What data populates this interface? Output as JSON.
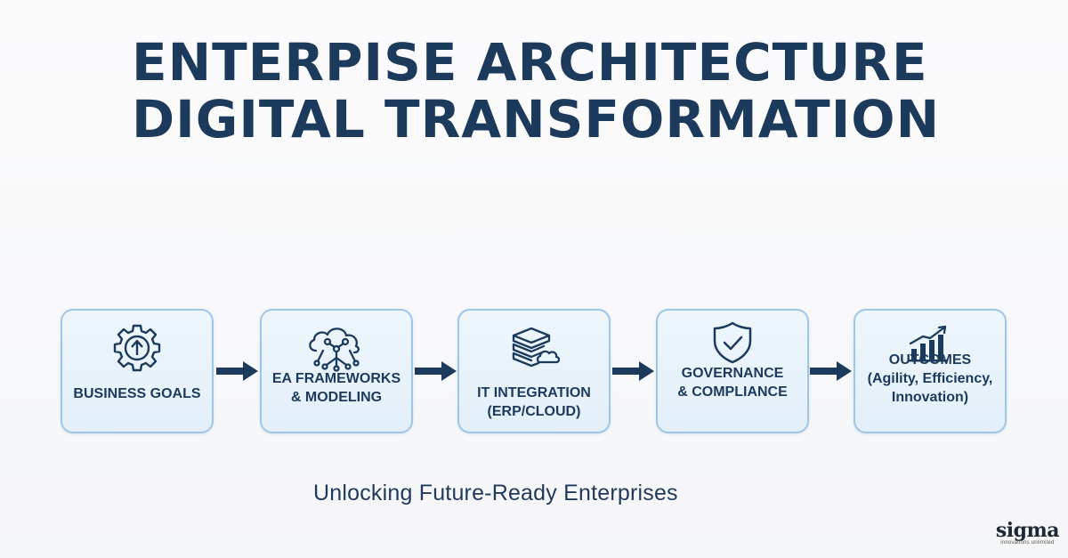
{
  "title": {
    "line1": "ENTERPISE ARCHITECTURE",
    "line2": "DIGITAL TRANSFORMATION"
  },
  "steps": [
    {
      "icon": "gear-arrow-icon",
      "label_lines": [
        "BUSINESS GOALS"
      ]
    },
    {
      "icon": "cloud-network-icon",
      "label_lines": [
        "EA FRAMEWORKS",
        "& MODELING"
      ]
    },
    {
      "icon": "server-cloud-icon",
      "label_lines": [
        "IT INTEGRATION",
        "(ERP/CLOUD)"
      ]
    },
    {
      "icon": "shield-check-icon",
      "label_lines": [
        "GOVERNANCE",
        "& COMPLIANCE"
      ]
    },
    {
      "icon": "growth-chart-icon",
      "label_lines": [
        "OUTCOMES",
        "(Agility, Efficiency,",
        "Innovation)"
      ]
    }
  ],
  "tagline": "Unlocking Future-Ready Enterprises",
  "logo": {
    "brand": "sigma",
    "tagline": "innovations unlimited"
  },
  "colors": {
    "navy": "#1b3a5c",
    "box_border": "#9ec6e6",
    "box_fill": "#e9f3fb",
    "logo_green": "#8dc63f"
  }
}
